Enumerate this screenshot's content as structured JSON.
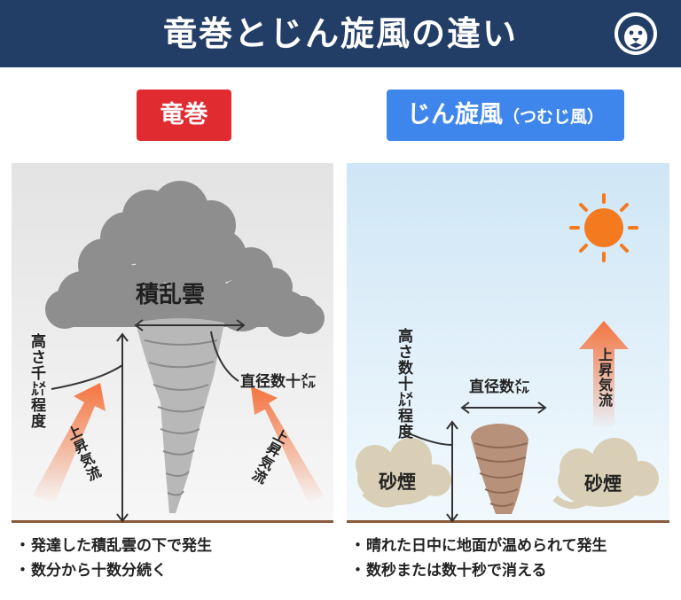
{
  "header": {
    "title": "竜巻とじん旋風の違い",
    "logo_icon": "penguin-logo-icon"
  },
  "tornado": {
    "label": "竜巻",
    "label_color": "#e02b31",
    "cloud_label": "積乱雲",
    "height_label": "高さ千㍍程度",
    "diameter_label": "直径数十㍍",
    "updraft_left": "上昇気流",
    "updraft_right": "上昇気流",
    "bullets": [
      "発達した積乱雲の下で発生",
      "数分から十数分続く"
    ]
  },
  "dust_devil": {
    "label_main": "じん旋風",
    "label_sub": "（つむじ風）",
    "label_color": "#3f86ec",
    "height_label": "高さ数十㍍程度",
    "diameter_label": "直径数㍍",
    "updraft": "上昇気流",
    "dust_left": "砂煙",
    "dust_right": "砂煙",
    "sun_icon": "sun-icon",
    "bullets": [
      "晴れた日中に地面が温められて発生",
      "数秒または数十秒で消える"
    ]
  }
}
